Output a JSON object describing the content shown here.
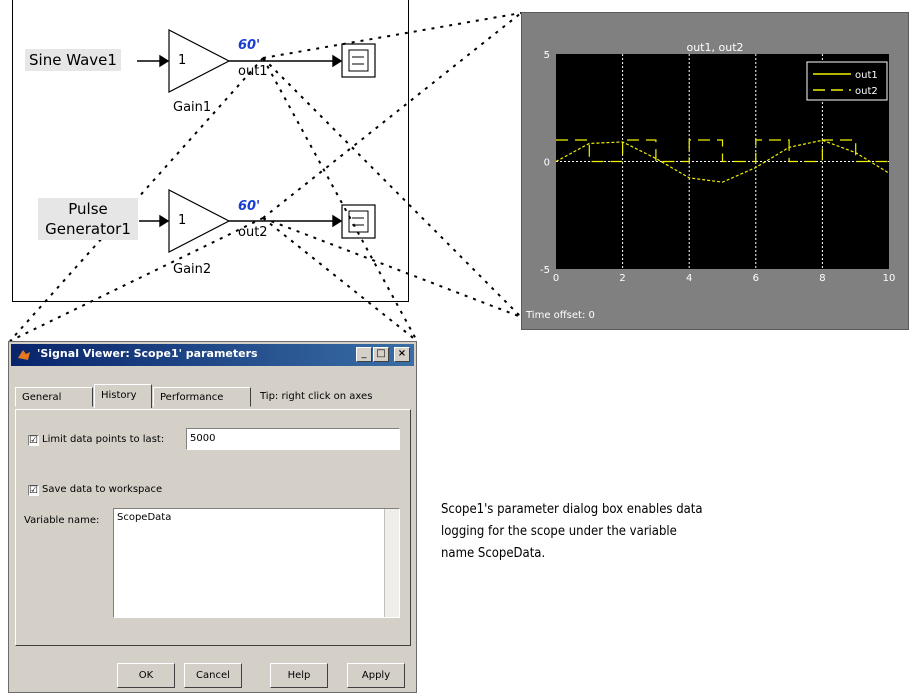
{
  "model": {
    "blocks": {
      "sine_wave_label": "Sine Wave1",
      "pulse_label_line1": "Pulse",
      "pulse_label_line2": "Generator1",
      "gain1_value": "1",
      "gain1_label": "Gain1",
      "gain2_value": "1",
      "gain2_label": "Gain2"
    },
    "signals": {
      "out1_label": "out1",
      "out2_label": "out2",
      "viewer_icon_1": "60'",
      "viewer_icon_2": "60'"
    }
  },
  "scope": {
    "title": "out1, out2",
    "status": "Time offset: 0",
    "colors": {
      "background": "#000000",
      "frame": "#808080",
      "trace": "#f0f000",
      "grid": "#ffffff"
    }
  },
  "chart_data": {
    "type": "line",
    "title": "out1, out2",
    "x_ticks": [
      "0",
      "2",
      "4",
      "6",
      "8",
      "10"
    ],
    "y_ticks": [
      "5",
      "0",
      "-5"
    ],
    "xlim": [
      0,
      10
    ],
    "ylim": [
      -5,
      5
    ],
    "grid": true,
    "legend": "top-right",
    "series": [
      {
        "name": "out1",
        "style": "solid",
        "x": [
          0,
          1,
          2,
          3,
          4,
          5,
          6,
          7,
          8,
          9,
          10
        ],
        "y": [
          0,
          0.84,
          0.91,
          0.14,
          -0.76,
          -0.96,
          -0.28,
          0.66,
          0.99,
          0.41,
          -0.54
        ]
      },
      {
        "name": "out2",
        "style": "dashed",
        "x": [
          0,
          1,
          1,
          2,
          2,
          3,
          3,
          4,
          4,
          5,
          5,
          6,
          6,
          7,
          7,
          8,
          8,
          9,
          9,
          10
        ],
        "y": [
          1,
          1,
          0,
          0,
          1,
          1,
          0,
          0,
          1,
          1,
          0,
          0,
          1,
          1,
          0,
          0,
          1,
          1,
          0,
          0
        ]
      }
    ]
  },
  "dialog": {
    "title": "'Signal Viewer: Scope1' parameters",
    "tabs": [
      "General",
      "History",
      "Performance",
      "Tip: right click on axes"
    ],
    "limit_label": "Limit data points to last:",
    "limit_value": "5000",
    "limit_checked": "☑",
    "save_label": "Save data to workspace",
    "save_checked": "☑",
    "varname_label": "Variable name:",
    "varname_value": "ScopeData",
    "buttons": {
      "ok": "OK",
      "cancel": "Cancel",
      "help": "Help",
      "apply": "Apply"
    }
  },
  "caption": "Scope1's parameter dialog box enables data logging for the scope under the variable name ScopeData."
}
